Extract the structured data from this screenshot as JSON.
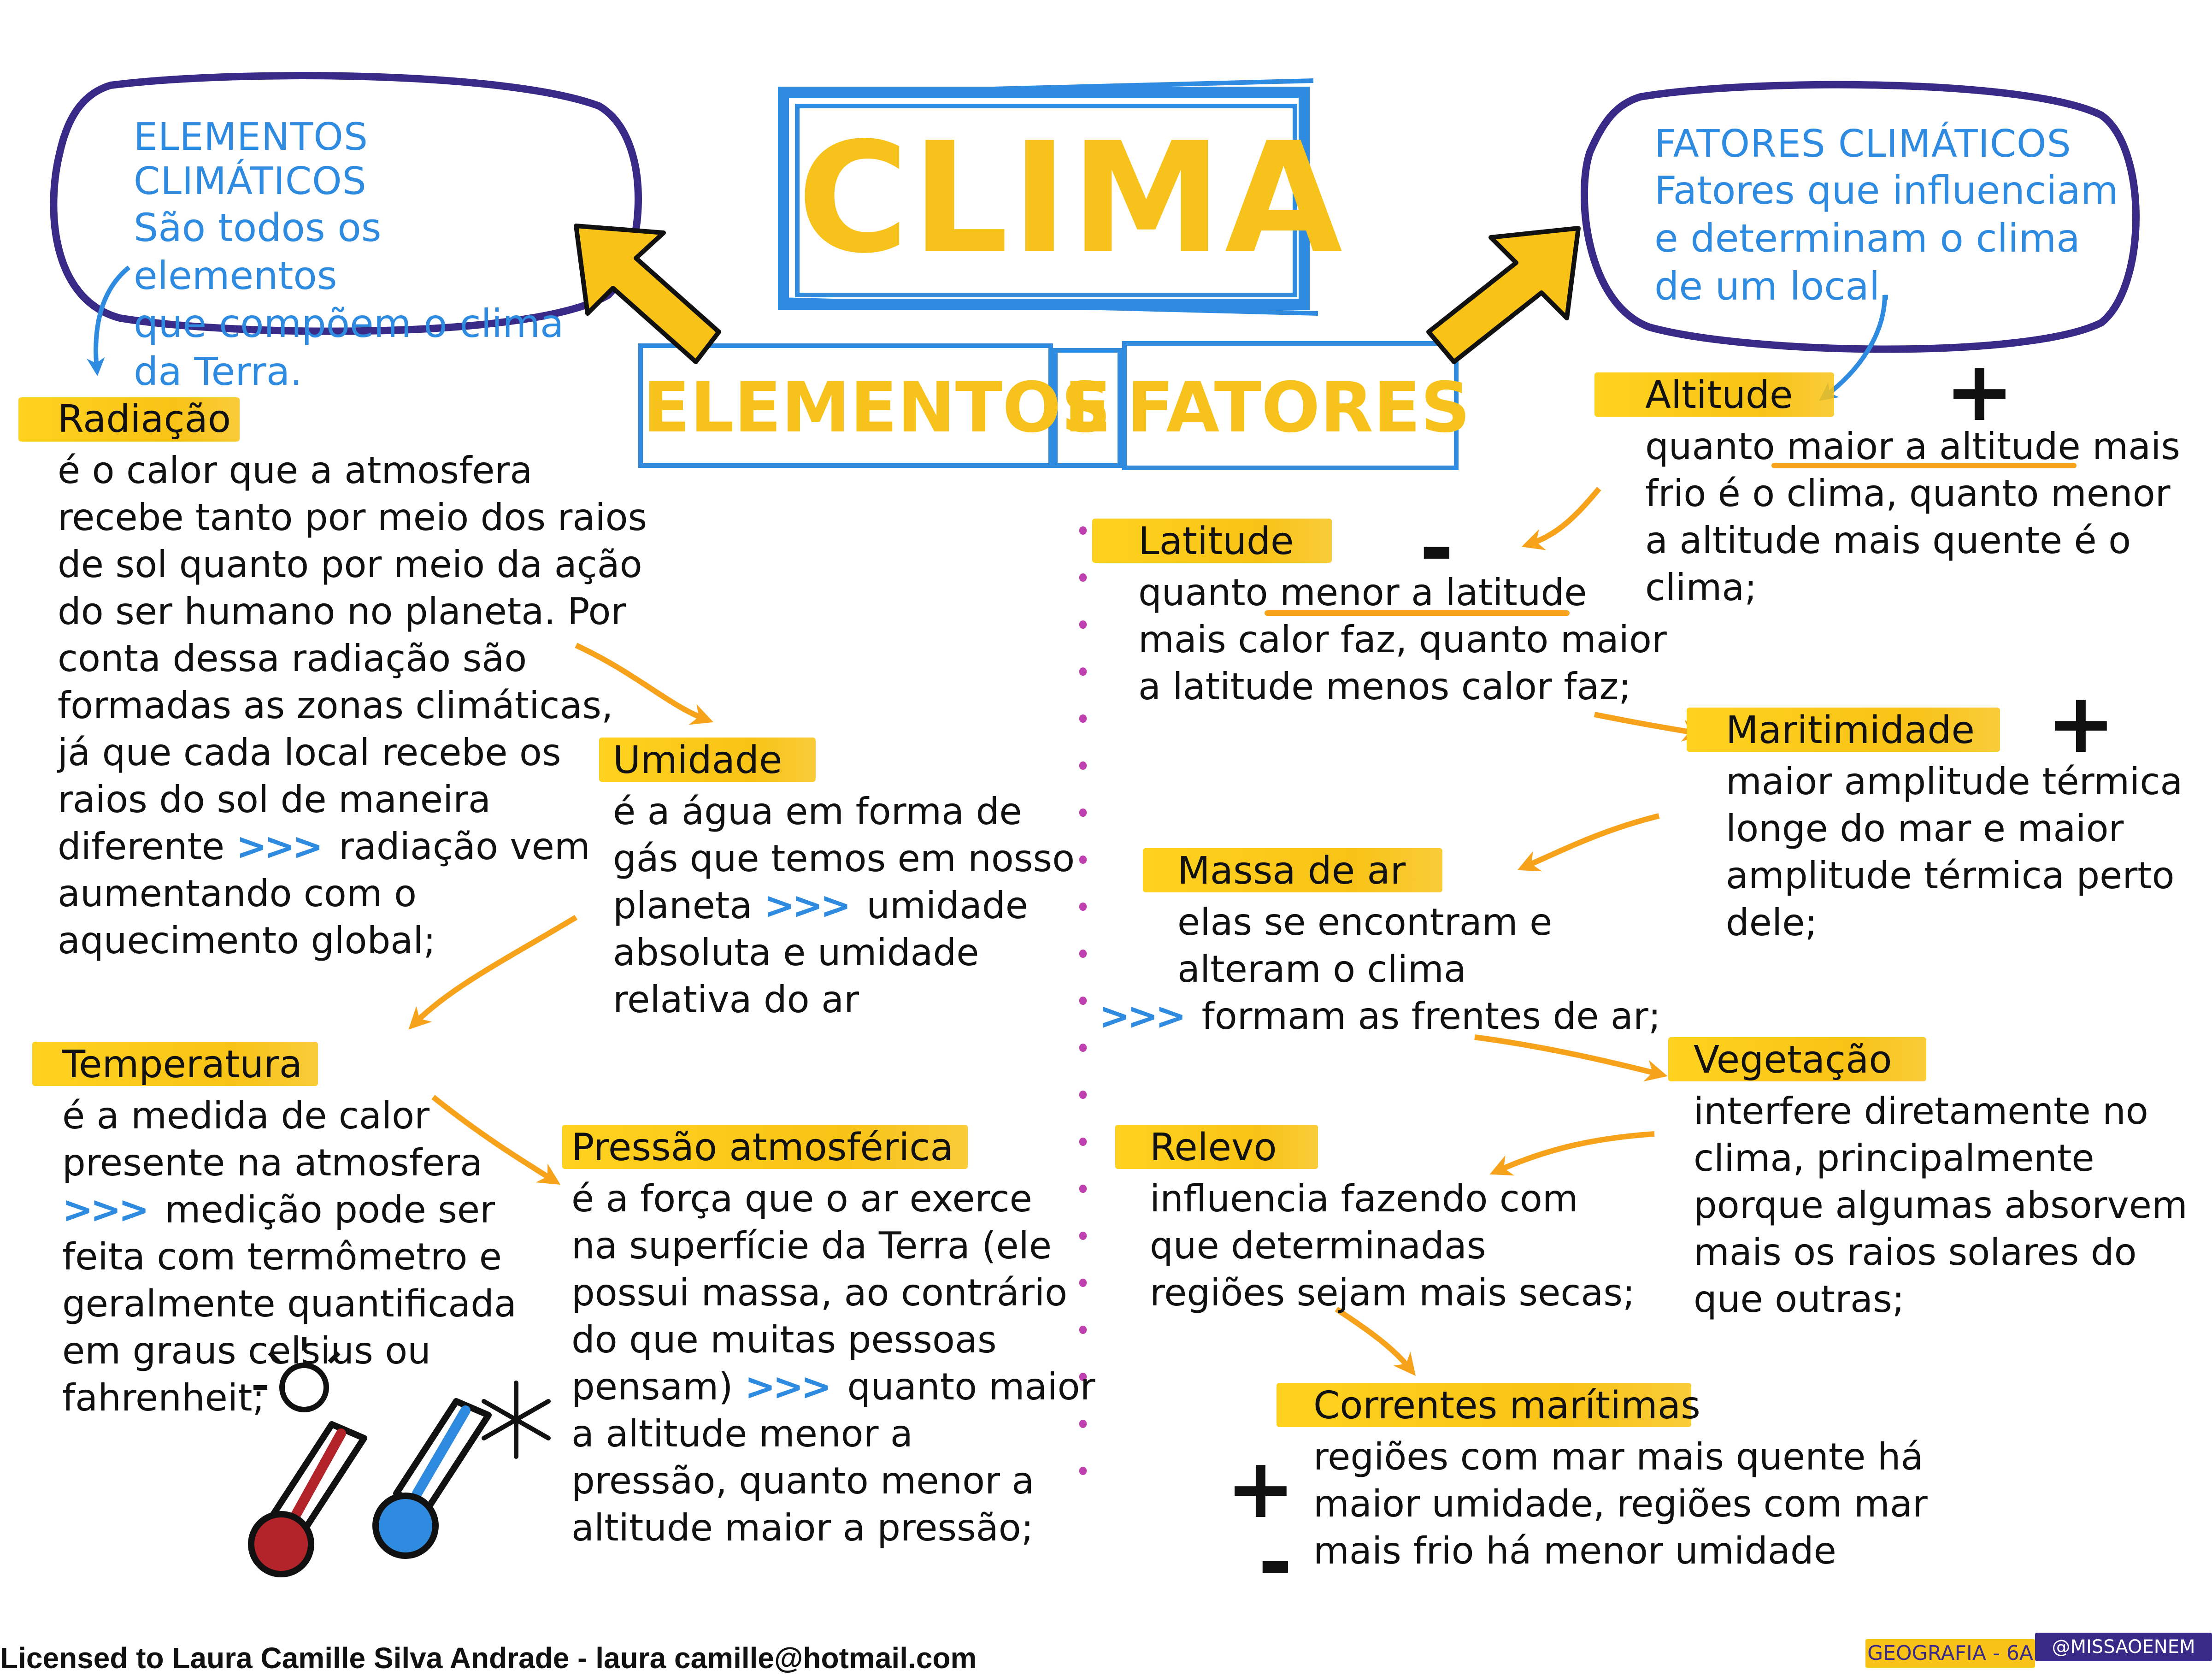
{
  "colors": {
    "blue": "#2f8be0",
    "yellow": "#f8c316",
    "orange": "#f7a21b",
    "purple": "#3a2a88",
    "magenta_dots": "#c040b0",
    "text": "#111111"
  },
  "title": "CLIMA",
  "subtitle": {
    "part1": "ELEMENTOS",
    "part2": "E",
    "part3": "FATORES"
  },
  "elementos_box": {
    "title": "ELEMENTOS CLIMÁTICOS",
    "lines": [
      "São todos os elementos",
      "que compõem o clima",
      "da Terra."
    ]
  },
  "fatores_box": {
    "title": "FATORES CLIMÁTICOS",
    "lines": [
      "Fatores que influenciam",
      "e determinam o clima",
      "de um local."
    ]
  },
  "elementos": {
    "radiacao": {
      "label": "Radiação",
      "lines": [
        "é o calor que a atmosfera",
        "recebe tanto por meio dos raios",
        "de sol quanto por meio da ação",
        "do ser humano no planeta. Por",
        "conta dessa radiação são",
        "formadas as zonas climáticas,",
        "já que cada local recebe os",
        "raios do sol de maneira"
      ],
      "line9_a": "diferente",
      "line9_chev": ">>>",
      "line9_b": "radiação vem",
      "lines_end": [
        "aumentando com o",
        "aquecimento global;"
      ]
    },
    "umidade": {
      "label": "Umidade",
      "lines": [
        "é a água em forma de",
        "gás que temos em nosso"
      ],
      "line3_a": "planeta",
      "line3_chev": ">>>",
      "line3_b": "umidade",
      "lines_end": [
        "absoluta e umidade",
        "relativa do ar"
      ]
    },
    "temperatura": {
      "label": "Temperatura",
      "lines": [
        "é a medida de calor",
        "presente na atmosfera"
      ],
      "line3_chev": ">>>",
      "line3_b": "medição pode ser",
      "lines_end": [
        "feita com termômetro e",
        "geralmente quantificada",
        "em graus celsius ou",
        "fahrenheit;"
      ]
    },
    "pressao": {
      "label": "Pressão atmosférica",
      "lines": [
        "é a força que o ar exerce",
        "na superfície da Terra (ele",
        "possui massa, ao contrário",
        "do que muitas pessoas"
      ],
      "line5_a": "pensam)",
      "line5_chev": ">>>",
      "line5_b": "quanto maior",
      "lines_end": [
        "a altitude menor a",
        "pressão, quanto menor a",
        "altitude maior a pressão;"
      ]
    }
  },
  "fatores": {
    "altitude": {
      "label": "Altitude",
      "sign": "+",
      "line1_a": "quanto ",
      "line1_u": "maior a altitude",
      "line1_b": " mais",
      "lines_end": [
        "frio é o clima, quanto menor",
        "a altitude mais quente é o",
        "clima;"
      ]
    },
    "latitude": {
      "label": "Latitude",
      "sign": "-",
      "line1_a": "quanto ",
      "line1_u": "menor a latitude",
      "lines_end": [
        "mais calor faz, quanto maior",
        "a latitude menos calor faz;"
      ]
    },
    "maritimidade": {
      "label": "Maritimidade",
      "sign": "+",
      "lines": [
        "maior amplitude térmica",
        "longe do mar e maior",
        "amplitude térmica perto",
        "dele;"
      ]
    },
    "massa_de_ar": {
      "label": "Massa de ar",
      "lines": [
        "elas se encontram e",
        "alteram o clima"
      ],
      "line3_chev": ">>>",
      "line3_b": "formam as frentes de ar;"
    },
    "vegetacao": {
      "label": "Vegetação",
      "lines": [
        "interfere diretamente no",
        "clima, principalmente",
        "porque algumas absorvem",
        "mais os raios solares do",
        "que outras;"
      ]
    },
    "relevo": {
      "label": "Relevo",
      "lines": [
        "influencia fazendo com",
        "que determinadas",
        "regiões sejam mais secas;"
      ]
    },
    "correntes": {
      "label": "Correntes marítimas",
      "sign_plus": "+",
      "sign_minus": "-",
      "lines": [
        "regiões com mar mais quente há",
        "maior umidade, regiões com mar",
        "mais frio há menor umidade"
      ]
    }
  },
  "footer": {
    "license": "Licensed to Laura Camille Silva Andrade - laura  camille@hotmail.com",
    "subject": "GEOGRAFIA - 6A",
    "handle": "@MISSAOENEM"
  }
}
